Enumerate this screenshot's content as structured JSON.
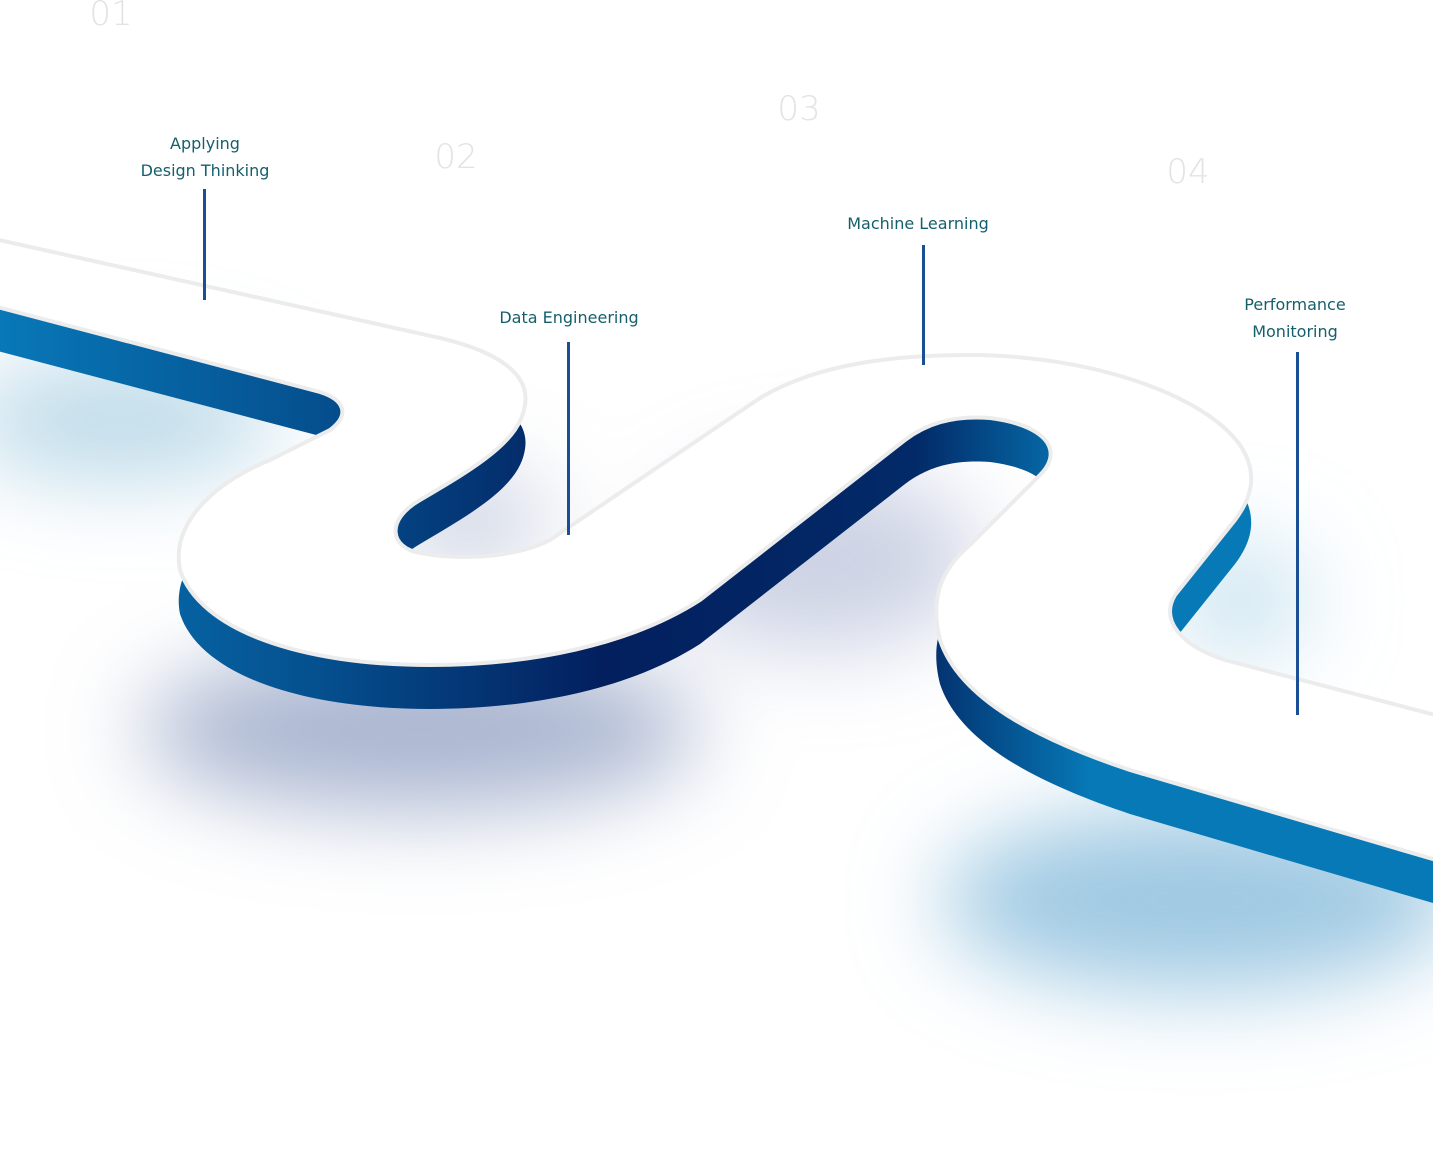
{
  "colors": {
    "side_light": "#0679b6",
    "side_dark": "#03205f",
    "label": "#155f6c",
    "stem": "#1b4f95",
    "number": "#e3e3e3",
    "edge": "#ececec"
  },
  "steps": [
    {
      "number": "01",
      "label_lines": [
        "Applying",
        "Design Thinking"
      ]
    },
    {
      "number": "02",
      "label_lines": [
        "Data Engineering"
      ]
    },
    {
      "number": "03",
      "label_lines": [
        "Machine Learning"
      ]
    },
    {
      "number": "04",
      "label_lines": [
        "Performance",
        "Monitoring"
      ]
    }
  ]
}
